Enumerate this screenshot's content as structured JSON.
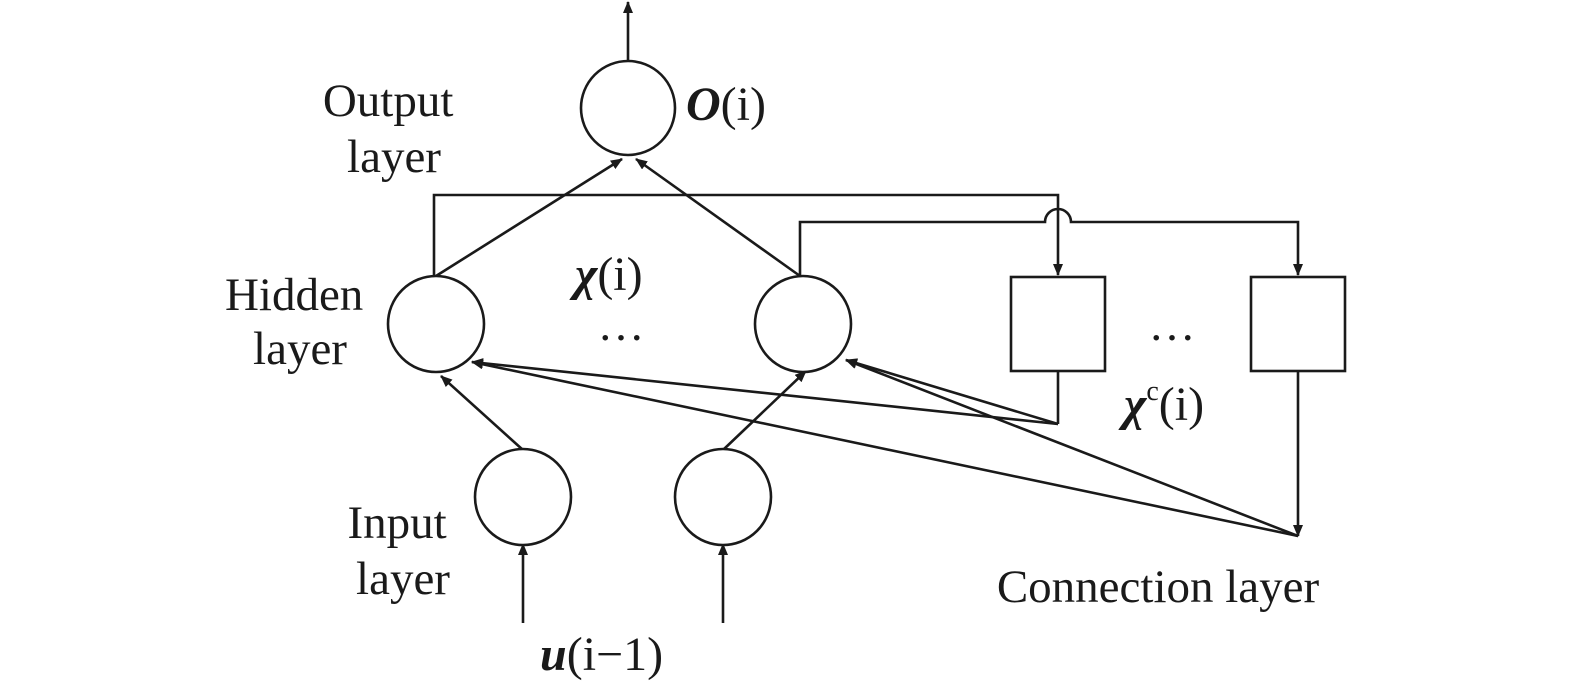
{
  "labels": {
    "output_layer": [
      "Output",
      "layer"
    ],
    "hidden_layer": [
      "Hidden",
      "layer"
    ],
    "input_layer": [
      "Input",
      "layer"
    ],
    "connection_layer": "Connection layer",
    "hidden_ellipsis": "…",
    "context_ellipsis": "…"
  },
  "math": {
    "output": {
      "symbol": "O",
      "arg": "(i)"
    },
    "hidden_state": {
      "symbol": "χ",
      "arg": "(i)"
    },
    "context_state": {
      "symbol": "χ",
      "superscript": "c",
      "arg": "(i)"
    },
    "input": {
      "symbol": "u",
      "arg": "(i−1)"
    }
  }
}
